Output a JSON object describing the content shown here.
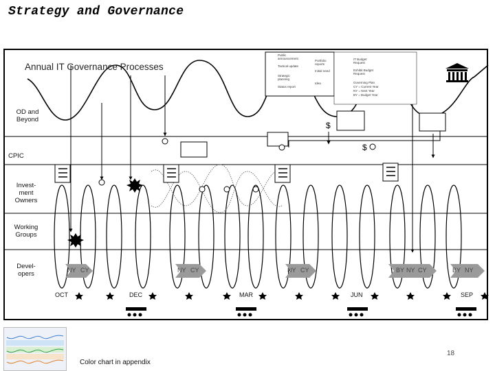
{
  "slide": {
    "title": "Strategy and Governance",
    "page_number": "18",
    "footnote": "Color chart in appendix"
  },
  "diagram": {
    "title": "Annual IT Governance Processes",
    "lanes": [
      {
        "label": "OD and Beyond"
      },
      {
        "label": "CPIC"
      },
      {
        "label": "Invest-ment Owners"
      },
      {
        "label": "Working Groups"
      },
      {
        "label": "Devel-opers"
      }
    ],
    "months": [
      "OCT",
      "DEC",
      "MAR",
      "JUN",
      "SEP"
    ],
    "fiscal_arrows": [
      {
        "labels": [
          "NY",
          "CY"
        ]
      },
      {
        "labels": [
          "NY",
          "CY"
        ]
      },
      {
        "labels": [
          "NY",
          "CY"
        ]
      },
      {
        "labels": [
          "BY",
          "NY",
          "CY"
        ]
      },
      {
        "labels": [
          "BY",
          "NY"
        ]
      }
    ],
    "money_symbol": "$",
    "legend": {
      "items": [
        "Public announcement",
        "Tactical update",
        "Strategic planning",
        "Status report",
        "Portfolio reports",
        "Initial need",
        "Idea",
        "IT Budget Request",
        "Exhibit Budget Request"
      ],
      "notes": [
        "Governing Plan",
        "CY = Current Year",
        "NY = Next Year",
        "BY = Budget Year"
      ]
    }
  }
}
